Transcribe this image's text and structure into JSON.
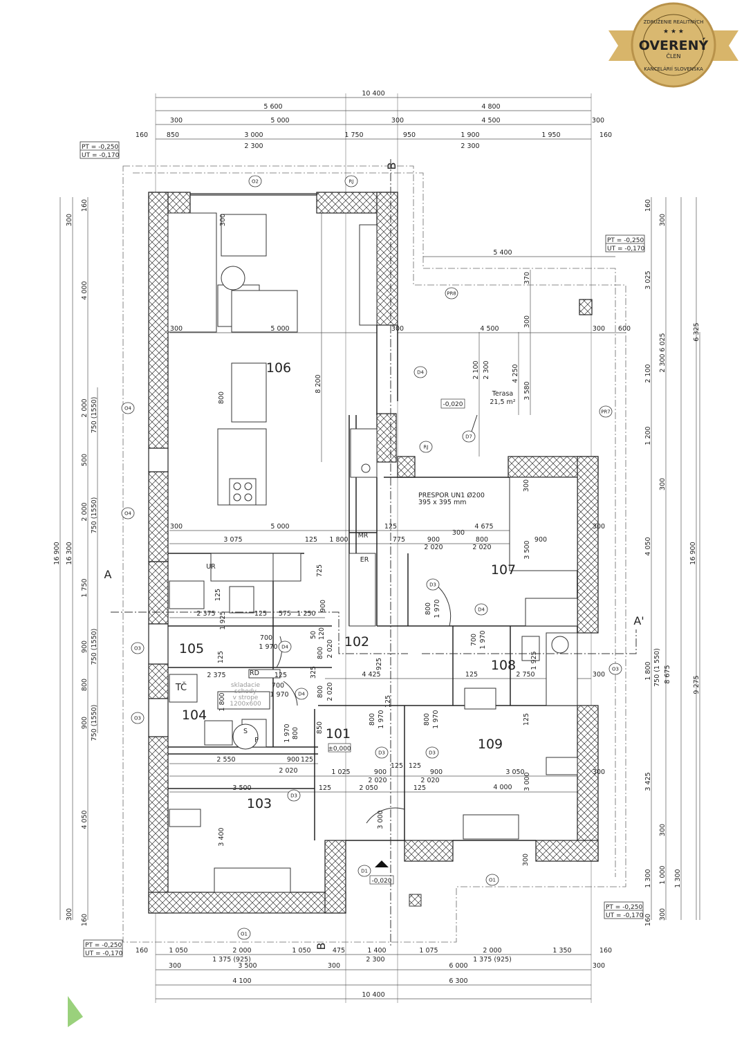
{
  "badge": {
    "top_text": "ZDRUŽENIE REALITNÝCH",
    "title": "OVERENÝ",
    "subtitle": "ČLEN",
    "bottom_text": "KANCELÁRIÍ SLOVENSKA",
    "gold": "#d8b56a"
  },
  "rooms": [
    "106",
    "107",
    "105",
    "102",
    "108",
    "104",
    "101",
    "109",
    "103"
  ],
  "terrace": {
    "name": "Terasa",
    "area": "21,5 m²",
    "level": "-0,020"
  },
  "levels": [
    "±0,000",
    "-0,020"
  ],
  "level_boxes": [
    {
      "pt": "PT = -0,250",
      "ut": "UT = -0,170"
    },
    {
      "pt": "PT = -0,250",
      "ut": "UT = -0,170"
    },
    {
      "pt": "PT = -0,250",
      "ut": "UT = -0,170"
    },
    {
      "pt": "PT = -0,250",
      "ut": "UT = -0,170"
    }
  ],
  "notes": [
    "PRESPOR UN1 Ø200",
    "395 x 395 mm",
    "MR",
    "ER",
    "UR",
    "TČ",
    "S",
    "P",
    "RD",
    "skladacie",
    "schody",
    "v strope",
    "1200x600"
  ],
  "sections": [
    "A",
    "A'",
    "B",
    "B"
  ],
  "tags": [
    "O2",
    "RJ",
    "O4",
    "O4",
    "O3",
    "O3",
    "D4",
    "D7",
    "RJ",
    "PR8",
    "PR7",
    "D3",
    "D4",
    "D4",
    "D4",
    "D3",
    "D3",
    "D3",
    "O3",
    "D1",
    "O1",
    "O1"
  ],
  "dimensions": [
    "10 400",
    "5 600",
    "4 800",
    "300",
    "5 000",
    "300",
    "4 500",
    "300",
    "160",
    "850",
    "3 000",
    "1 750",
    "950",
    "1 900",
    "1 950",
    "160",
    "2 300",
    "2 300",
    "160",
    "1 050",
    "2 000",
    "1 050",
    "475",
    "1 400",
    "1 075",
    "2 000",
    "1 350",
    "160",
    "1 375 (925)",
    "2 300",
    "1 375 (925)",
    "300",
    "3 500",
    "300",
    "6 000",
    "300",
    "4 100",
    "6 300",
    "10 400",
    "16 900",
    "16 300",
    "300",
    "4 000",
    "2 000",
    "500",
    "2 000",
    "1 750",
    "900",
    "800",
    "900",
    "4 050",
    "300",
    "160",
    "160",
    "750 (1550)",
    "750 (1550)",
    "750 (1550)",
    "750 (1550)",
    "16 900",
    "9 275",
    "6 325",
    "6 025",
    "3 025",
    "300",
    "160",
    "2 100",
    "2 300",
    "1 200",
    "300",
    "4 050",
    "1 800",
    "750 (1 550)",
    "8 675",
    "3 425",
    "300",
    "1 300",
    "1 000",
    "1 300",
    "300",
    "160",
    "5 000",
    "300",
    "300",
    "8 200",
    "800",
    "300",
    "5 400",
    "370",
    "4 500",
    "300",
    "600",
    "300",
    "2 100",
    "2 300",
    "4 250",
    "3 580",
    "300",
    "5 000",
    "3 075",
    "125",
    "1 800",
    "125",
    "775",
    "900",
    "2 020",
    "300",
    "800",
    "2 020",
    "4 675",
    "900",
    "3 500",
    "300",
    "300",
    "725",
    "125",
    "1 925",
    "2 375",
    "125",
    "575",
    "1 250",
    "900",
    "700",
    "1 970",
    "50",
    "120",
    "800",
    "2 020",
    "325",
    "4 425",
    "925",
    "125",
    "2 375",
    "125",
    "700",
    "1 970",
    "1 800",
    "800",
    "2 020",
    "125",
    "125",
    "2 750",
    "1 925",
    "700",
    "1 970",
    "800",
    "1 970",
    "300",
    "850",
    "1 970",
    "800",
    "800",
    "1 970",
    "800",
    "1 970",
    "125",
    "2 550",
    "900",
    "125",
    "2 020",
    "3 500",
    "125",
    "1 025",
    "900",
    "2 020",
    "2 050",
    "125",
    "125",
    "900",
    "2 020",
    "125",
    "3 050",
    "4 000",
    "3 000",
    "300",
    "3 400",
    "3 000",
    "300"
  ]
}
